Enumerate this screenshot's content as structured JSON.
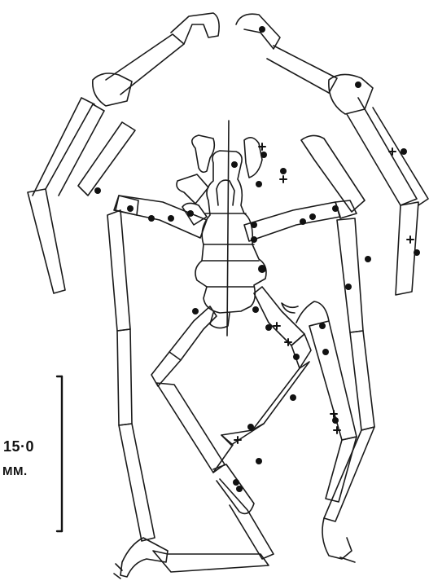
{
  "scale_bar": {
    "value": "15·0",
    "unit": "MM."
  },
  "colors": {
    "line": "#1a1a1a",
    "background": "#ffffff"
  },
  "marker_types": [
    "dot",
    "cross"
  ]
}
